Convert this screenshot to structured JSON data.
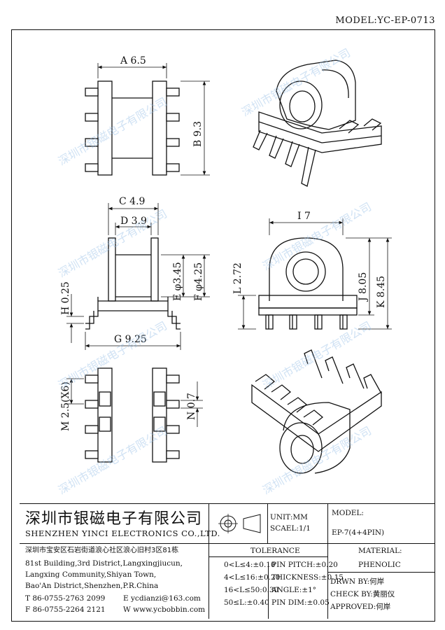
{
  "model_header": "MODEL:YC-EP-0713",
  "dims": {
    "A": "A 6.5",
    "B": "B 9.3",
    "C": "C 4.9",
    "D": "D 3.9",
    "E": "E φ3.45",
    "F": "F φ4.25",
    "G": "G 9.25",
    "H": "H 0.25",
    "I": "I 7",
    "J": "J 8.05",
    "K": "K 8.45",
    "L": "L 2.72",
    "M": "M 2.5(X6)",
    "N": "N 0.7"
  },
  "watermark": "深圳市银磁电子有限公司",
  "title_block": {
    "company_cn": "深圳市银磁电子有限公司",
    "company_en": "SHENZHEN YINCI ELECTRONICS CO.,LTD.",
    "addr_cn": "深圳市宝安区石岩街道浪心社区浪心旧村3区81栋",
    "addr_en1": "81st Building,3rd District,Langxingjiucun,",
    "addr_en2": "Langxing Community,Shiyan Town,",
    "addr_en3": "Bao'An District,Shenzhen,P.R.China",
    "tel": "T 86-0755-2763 2099",
    "fax": "F 86-0755-2264 2121",
    "email": "E ycdianzi@163.com",
    "web": "W www.ycbobbin.com",
    "unit": "UNIT:MM",
    "scale": "SCAEL:1/1",
    "model_label": "MODEL:",
    "model_value": "EP-7(4+4PIN)",
    "tolerance_label": "TOLERANCE",
    "tol": [
      "0<L≤4:±0.10",
      "4<L≤16:±0.20",
      "16<L≤50:0.30",
      "50≤L:±0.40"
    ],
    "pin": [
      "PIN PITCH:±0.20",
      "THICKNESS:±0.15",
      "ANGLE:±1°",
      "PIN DIM:±0.05"
    ],
    "material_label": "MATERIAL:",
    "material_value": "PHENOLIC",
    "drawn": "DRWN BY:何岸",
    "check": "CHECK BY:黄丽仪",
    "approved": "APPROVED:何岸"
  }
}
